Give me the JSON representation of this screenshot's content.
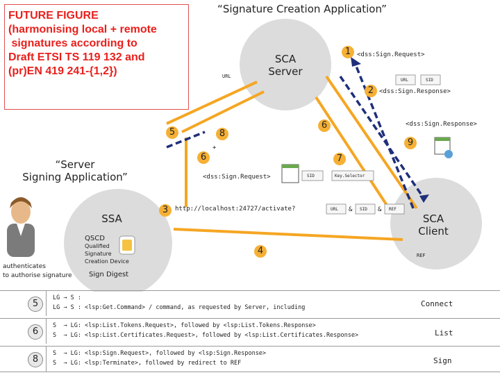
{
  "future_figure": "FUTURE FIGURE\n(harmonising local + remote\n signatures according to\nDraft ETSI TS 119 132 and\n(pr)EN 419 241-{1,2})",
  "title": "“Signature Creation Application”",
  "sca_server": {
    "line1": "SCA",
    "line2": "Server"
  },
  "server_signing_app": {
    "line1": "“Server",
    "line2": "Signing Application”"
  },
  "ssa": "SSA",
  "qscd": {
    "name": "QSCD",
    "line1": "Qualified",
    "line2": "Signature",
    "line3": "Creation Device"
  },
  "sca_client": {
    "line1": "SCA",
    "line2": "Client"
  },
  "authenticates": {
    "line1": "authenticates",
    "line2": "to authorise signature"
  },
  "sign_digest": "Sign Digest",
  "labels": {
    "url_left": "URL",
    "sign_request_top": "<dss:Sign.Request>",
    "url_small": "URL",
    "sid_small": "SID",
    "sign_response_top": "<dss:Sign.Response>",
    "sign_response_right": "<dss:Sign.Response>",
    "sign_request_mid": "<dss:Sign.Request>",
    "sid_mid": "SID",
    "key_selector": "Key.Selector",
    "localhost": "http://localhost:24727/activate?",
    "url_q": "URL",
    "amp1": "&",
    "sid_q": "SID",
    "amp2": "&",
    "ref_q": "REF",
    "ref": "REF",
    "plus": "+"
  },
  "badges": {
    "b1": "1",
    "b2": "2",
    "b3": "3",
    "b4": "4",
    "b5": "5",
    "b6": "6",
    "b7": "7",
    "b8": "8",
    "b9": "9",
    "b6b": "6"
  },
  "steps": [
    {
      "num": "5",
      "line1": "LG → S :",
      "line2": "LG → S : <lsp:Get.Command> / command, as requested by Server, including",
      "label": "Connect"
    },
    {
      "num": "6",
      "line1": "S  → LG: <lsp:List.Tokens.Request>, followed by <lsp:List.Tokens.Response>",
      "line2": "S  → LG: <lsp:List.Certificates.Request>, followed by <lsp:List.Certificates.Response>",
      "label": "List"
    },
    {
      "num": "8",
      "line1": "S  → LG: <lsp:Sign.Request>, followed by <lsp:Sign.Response>",
      "line2": "S  → LG: <lsp:Terminate>, followed by redirect to REF",
      "label": "Sign"
    }
  ],
  "colors": {
    "orange": "#f5a623",
    "navy": "#1f2f7a",
    "circle": "#dcdcdc",
    "badge": "#f5b035",
    "red": "#e8201c"
  }
}
